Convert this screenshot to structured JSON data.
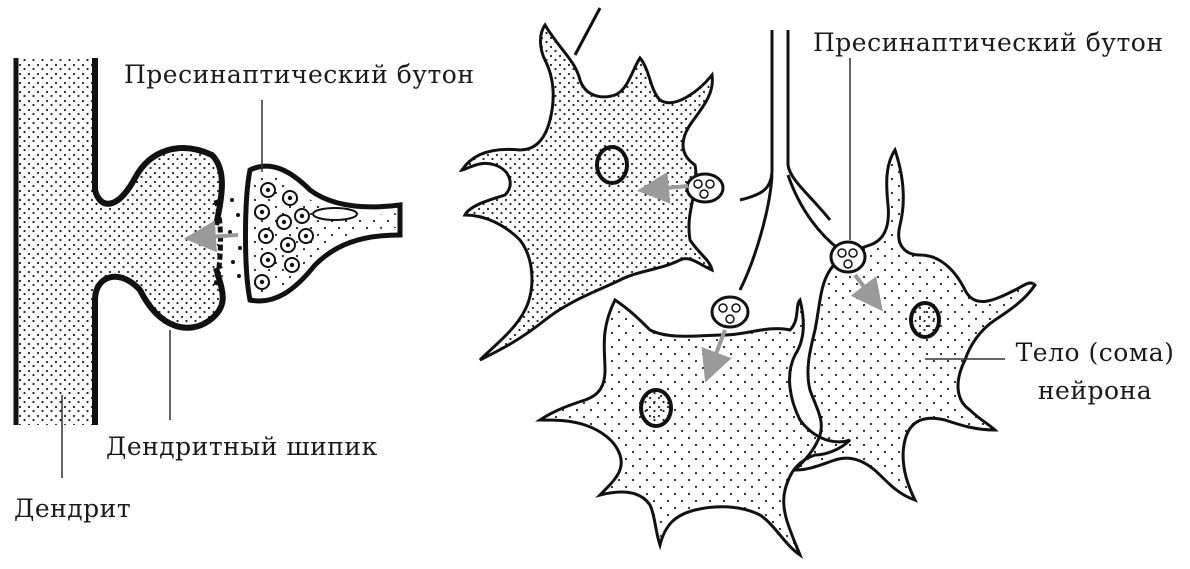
{
  "labels": {
    "presynaptic_left": "Пресинаптический бутон",
    "dendritic_spine": "Дендритный шипик",
    "dendrite": "Дендрит",
    "presynaptic_right": "Пресинаптический бутон",
    "soma_line1": "Тело (сома)",
    "soma_line2": "нейрона"
  },
  "colors": {
    "ink": "#111111",
    "arrow": "#9a9a9a",
    "background": "#ffffff"
  }
}
